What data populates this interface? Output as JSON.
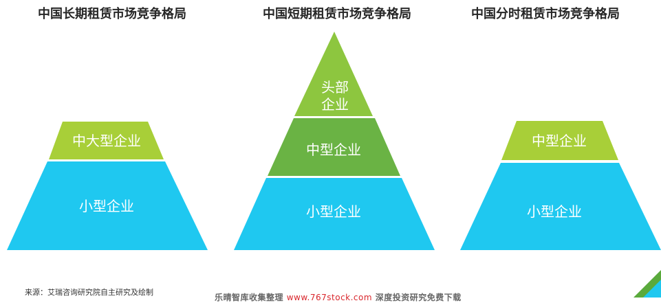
{
  "titles": {
    "long_term": "中国长期租赁市场竞争格局",
    "short_term": "中国短期租赁市场竞争格局",
    "time_share": "中国分时租赁市场竞争格局"
  },
  "long_term": {
    "top": "中大型企业",
    "bottom": "小型企业"
  },
  "short_term": {
    "top_line1": "头部",
    "top_line2": "企业",
    "middle": "中型企业",
    "bottom": "小型企业"
  },
  "time_share": {
    "top": "中型企业",
    "bottom": "小型企业"
  },
  "source": "来源：艾瑞咨询研究院自主研究及绘制",
  "watermark": {
    "prefix": "乐晴智库收集整理",
    "url": "www.767stock.com",
    "suffix": "深度投资研究免费下载"
  },
  "colors": {
    "cyan": "#1fc8f0",
    "lime": "#a8cf38",
    "green": "#6ab344",
    "light_green": "#8dc63f"
  }
}
